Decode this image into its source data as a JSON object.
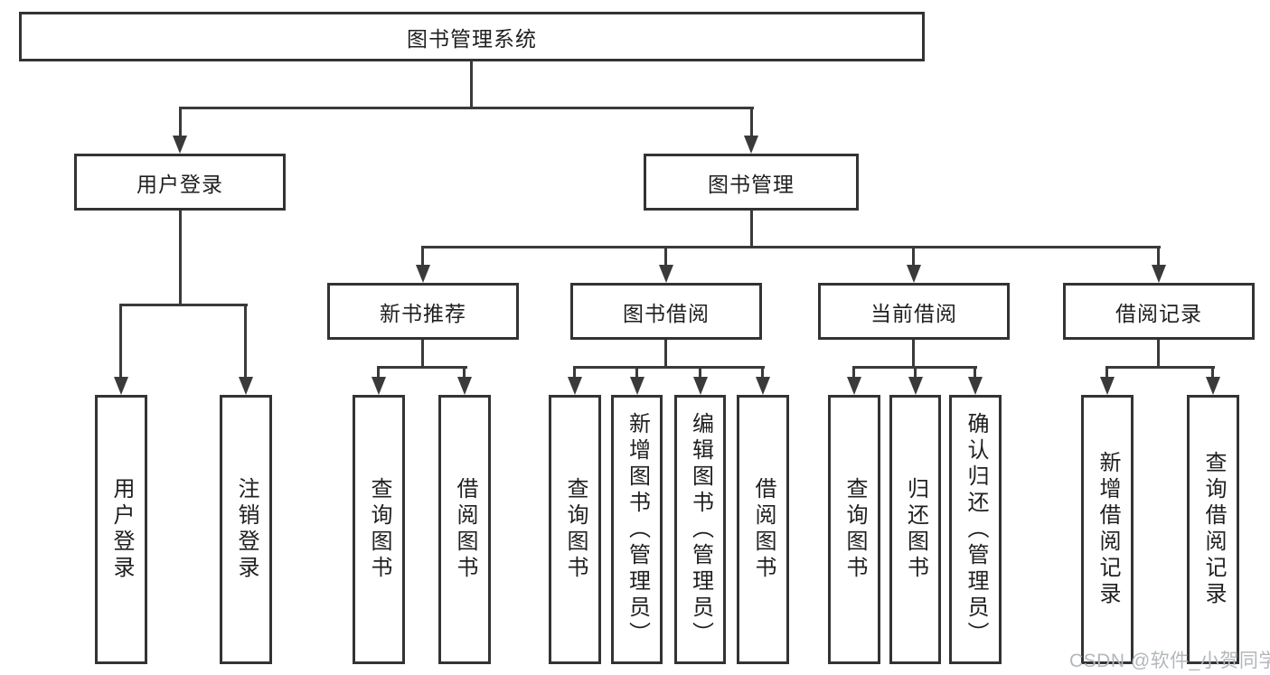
{
  "diagram": {
    "title": "图书管理系统",
    "root": "图书管理系统",
    "level2": [
      "用户登录",
      "图书管理"
    ],
    "level3": [
      "新书推荐",
      "图书借阅",
      "当前借阅",
      "借阅记录"
    ],
    "leaves": {
      "user": [
        "用户登录",
        "注销登录"
      ],
      "newbooks": [
        "查询图书",
        "借阅图书"
      ],
      "borrow": [
        "查询图书",
        "新增图书（管理员）",
        "编辑图书（管理员）",
        "借阅图书"
      ],
      "current": [
        "查询图书",
        "归还图书",
        "确认归还（管理员）"
      ],
      "records": [
        "新增借阅记录",
        "查询借阅记录"
      ]
    },
    "watermark": "CSDN @软件_小贺同学"
  },
  "colors": {
    "line": "#3a3a3a",
    "box_border": "#333333",
    "text": "#1f1f1f",
    "watermark": "#b3b8bd",
    "background": "#ffffff"
  }
}
